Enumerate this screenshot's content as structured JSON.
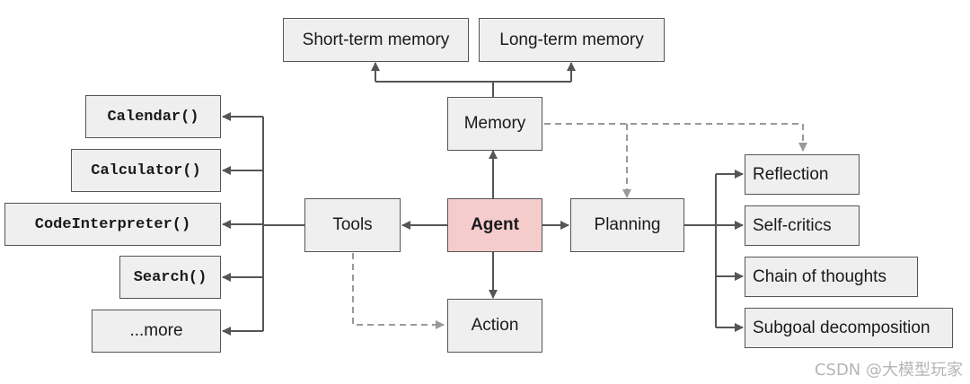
{
  "nodes": {
    "agent": "Agent",
    "memory": "Memory",
    "short_term_memory": "Short-term memory",
    "long_term_memory": "Long-term memory",
    "planning": "Planning",
    "reflection": "Reflection",
    "self_critics": "Self-critics",
    "chain_of_thoughts": "Chain of thoughts",
    "subgoal_decomposition": "Subgoal decomposition",
    "tools": "Tools",
    "action": "Action",
    "calendar": "Calendar()",
    "calculator": "Calculator()",
    "code_interpreter": "CodeInterpreter()",
    "search": "Search()",
    "more": "...more"
  },
  "colors": {
    "agent_fill": "#f4cccc",
    "box_fill": "#efefef",
    "solid_edge": "#555555",
    "dashed_edge": "#999999"
  },
  "watermark": "CSDN @大模型玩家"
}
